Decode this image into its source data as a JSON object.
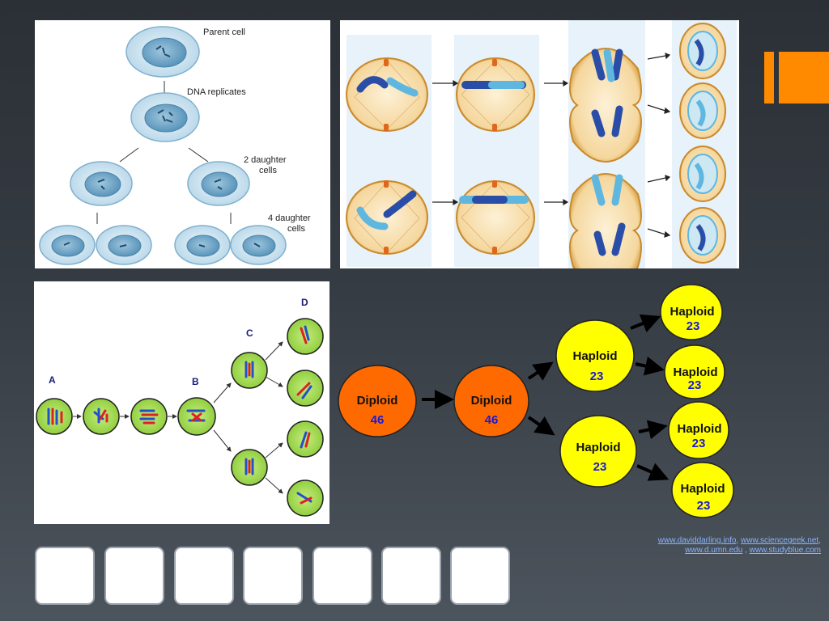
{
  "mitosis_diagram": {
    "parent_label": "Parent cell",
    "replicate_label": "DNA replicates",
    "two_daughter_label": [
      "2 daughter",
      "cells"
    ],
    "four_daughter_label": [
      "4 daughter",
      "cells"
    ]
  },
  "meiosis_stages": {
    "labels": [
      "A",
      "B",
      "C",
      "D"
    ]
  },
  "ploidy_flow": {
    "diploid_label": "Diploid",
    "diploid_count": "46",
    "haploid_label": "Haploid",
    "haploid_count": "23",
    "colors": {
      "diploid": "#ff6a00",
      "haploid": "#ffff00",
      "count_text": "#1a1adb"
    }
  },
  "sources": {
    "line1": [
      "www.daviddarling.info",
      ", ",
      "www.sciencegeek.net",
      ","
    ],
    "line2": [
      "www.d.umn.edu",
      " , ",
      "www.studyblue.com"
    ]
  },
  "accent_color": "#ff8a00"
}
